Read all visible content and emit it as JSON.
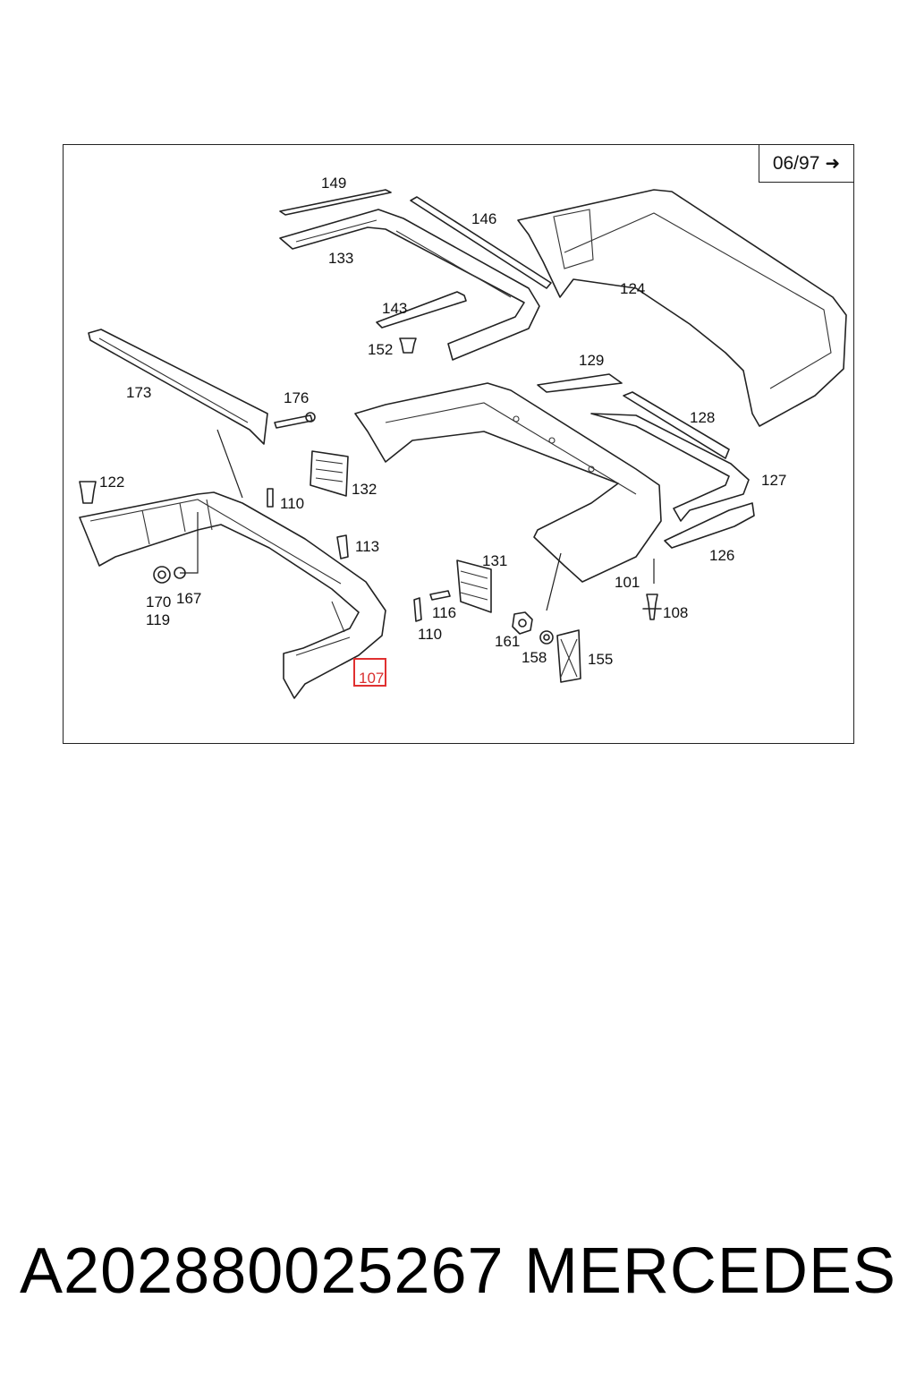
{
  "date_badge": {
    "text": "06/97",
    "icon": "arrow-right-icon"
  },
  "highlight": {
    "label": "107",
    "color": "#e03030"
  },
  "labels": {
    "l149": "149",
    "l146": "146",
    "l133": "133",
    "l124": "124",
    "l143": "143",
    "l152": "152",
    "l173": "173",
    "l176": "176",
    "l129": "129",
    "l128": "128",
    "l122": "122",
    "l110a": "110",
    "l132": "132",
    "l127": "127",
    "l113": "113",
    "l131": "131",
    "l126": "126",
    "l170": "170",
    "l167": "167",
    "l119": "119",
    "l116": "116",
    "l101": "101",
    "l108": "108",
    "l110b": "110",
    "l161": "161",
    "l158": "158",
    "l155": "155",
    "l107": "107"
  },
  "footer": {
    "part_number": "A202880025267",
    "brand": "MERCEDES"
  }
}
